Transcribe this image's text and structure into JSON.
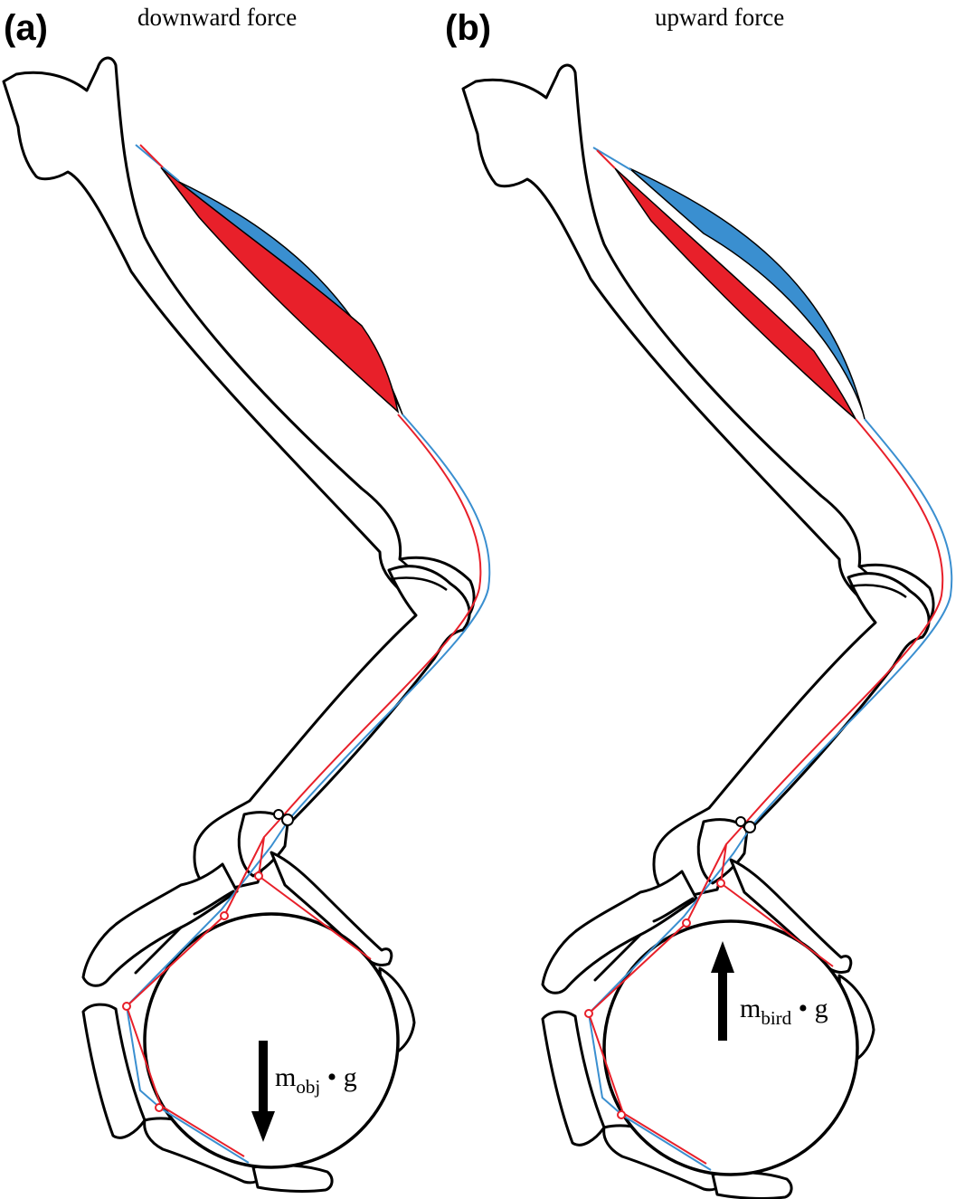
{
  "colors": {
    "flexor_red": "#e8202a",
    "extensor_blue": "#3a8fd0",
    "outline": "#000000"
  },
  "panels": [
    {
      "label": "(a)",
      "title": "downward force",
      "force": {
        "symbol": "m",
        "subscript": "obj",
        "suffix": " • g",
        "direction": "down"
      }
    },
    {
      "label": "(b)",
      "title": "upward force",
      "force": {
        "symbol": "m",
        "subscript": "bird",
        "suffix": " • g",
        "direction": "up"
      }
    }
  ]
}
